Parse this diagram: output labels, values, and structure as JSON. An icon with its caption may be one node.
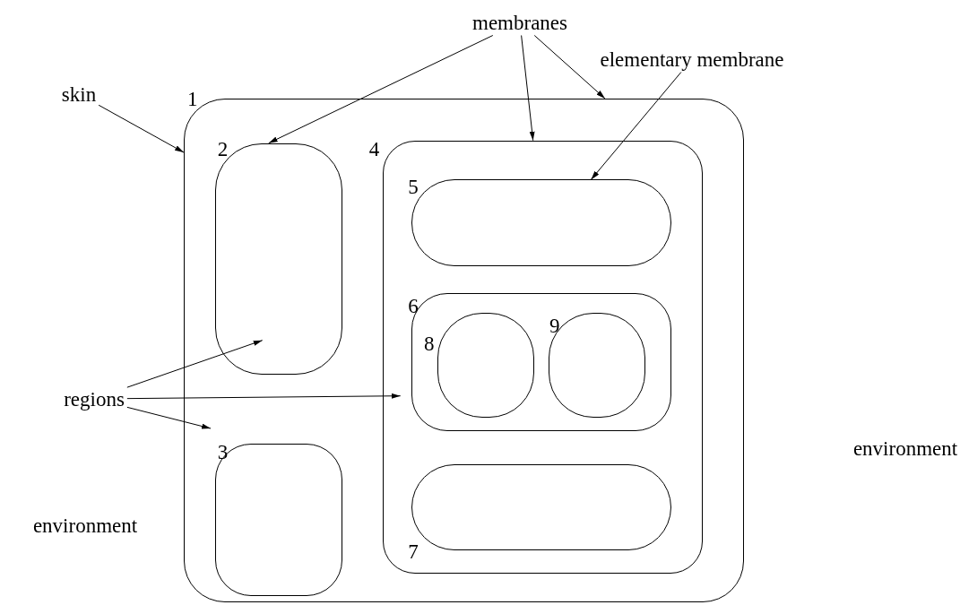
{
  "diagram": {
    "nodes": [
      {
        "text": [
          "1"
        ]
      },
      {
        "text": [
          "2"
        ],
        "in": 0
      },
      {
        "text": [
          "3"
        ],
        "in": 0
      },
      {
        "text": [
          "4"
        ],
        "in": 0
      },
      {
        "text": [
          "5"
        ],
        "in": 3
      },
      {
        "text": [
          "6"
        ],
        "in": 3
      },
      {
        "text": [
          "7"
        ],
        "in": 3
      },
      {
        "text": [
          "8"
        ],
        "in": 5
      },
      {
        "text": [
          "9"
        ],
        "in": 5
      },
      {
        "text": [
          "membranes"
        ]
      },
      {
        "text": [
          "elementary membrane"
        ]
      },
      {
        "text": [
          "skin"
        ]
      },
      {
        "text": [
          "regions"
        ]
      }
    ],
    "edges": [
      {
        "from": 11,
        "to": 0,
        "arrow": "to"
      },
      {
        "from": 9,
        "to": 1,
        "arrow": "to"
      },
      {
        "from": 9,
        "to": 3,
        "arrow": "to"
      },
      {
        "from": 9,
        "to": 0,
        "arrow": "to"
      },
      {
        "from": 10,
        "to": 4,
        "arrow": "to"
      },
      {
        "from": 12,
        "to": 1,
        "arrow": "to"
      },
      {
        "from": 12,
        "to": 3,
        "arrow": "to"
      },
      {
        "from": 12,
        "to": 0,
        "arrow": "to"
      }
    ],
    "labels": [
      "environment",
      "environment"
    ]
  }
}
